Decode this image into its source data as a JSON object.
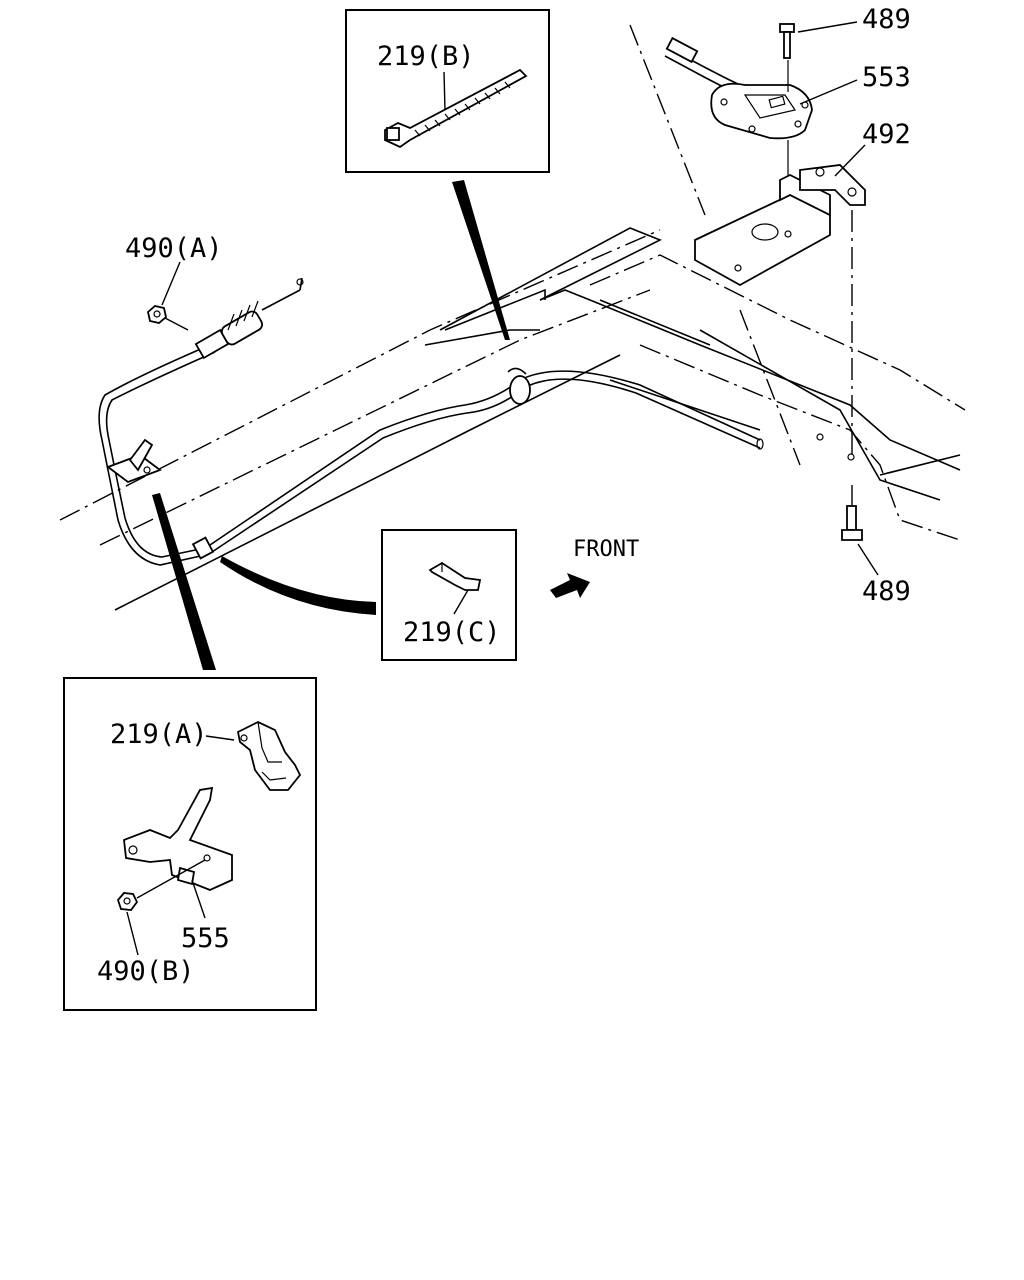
{
  "callouts": {
    "p489_top": "489",
    "p553": "553",
    "p492": "492",
    "p489_bottom": "489",
    "p219_b": "219(B)",
    "p490_a": "490(A)",
    "p219_c": "219(C)",
    "p219_a": "219(A)",
    "p555": "555",
    "p490_b": "490(B)"
  },
  "direction_label": "FRONT"
}
